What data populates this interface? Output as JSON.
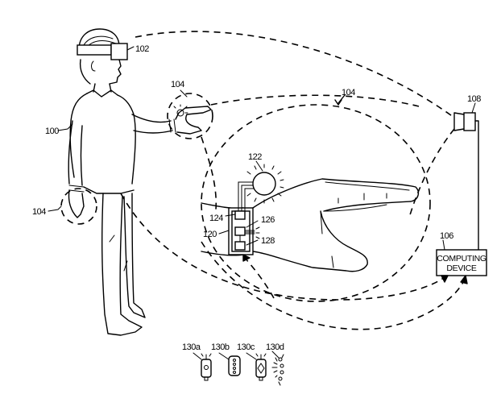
{
  "figure": {
    "type": "patent-drawing",
    "description": "User wearing head-mounted display with wrist-worn light-emitting device tracked by camera connected to computing device"
  },
  "labels": {
    "user": "100",
    "hmd": "102",
    "hand_region_right": "104",
    "hand_region_left": "104",
    "enlarged_region": "104",
    "computing_device_ref": "106",
    "camera": "108",
    "wrist_device": "120",
    "light_source": "122",
    "component_a": "124",
    "component_b": "126",
    "component_c": "128",
    "variant_a": "130a",
    "variant_b": "130b",
    "variant_c": "130c",
    "variant_d": "130d"
  },
  "computing_device": {
    "line1": "COMPUTING",
    "line2": "DEVICE"
  },
  "colors": {
    "stroke": "#000000",
    "background": "#ffffff"
  }
}
